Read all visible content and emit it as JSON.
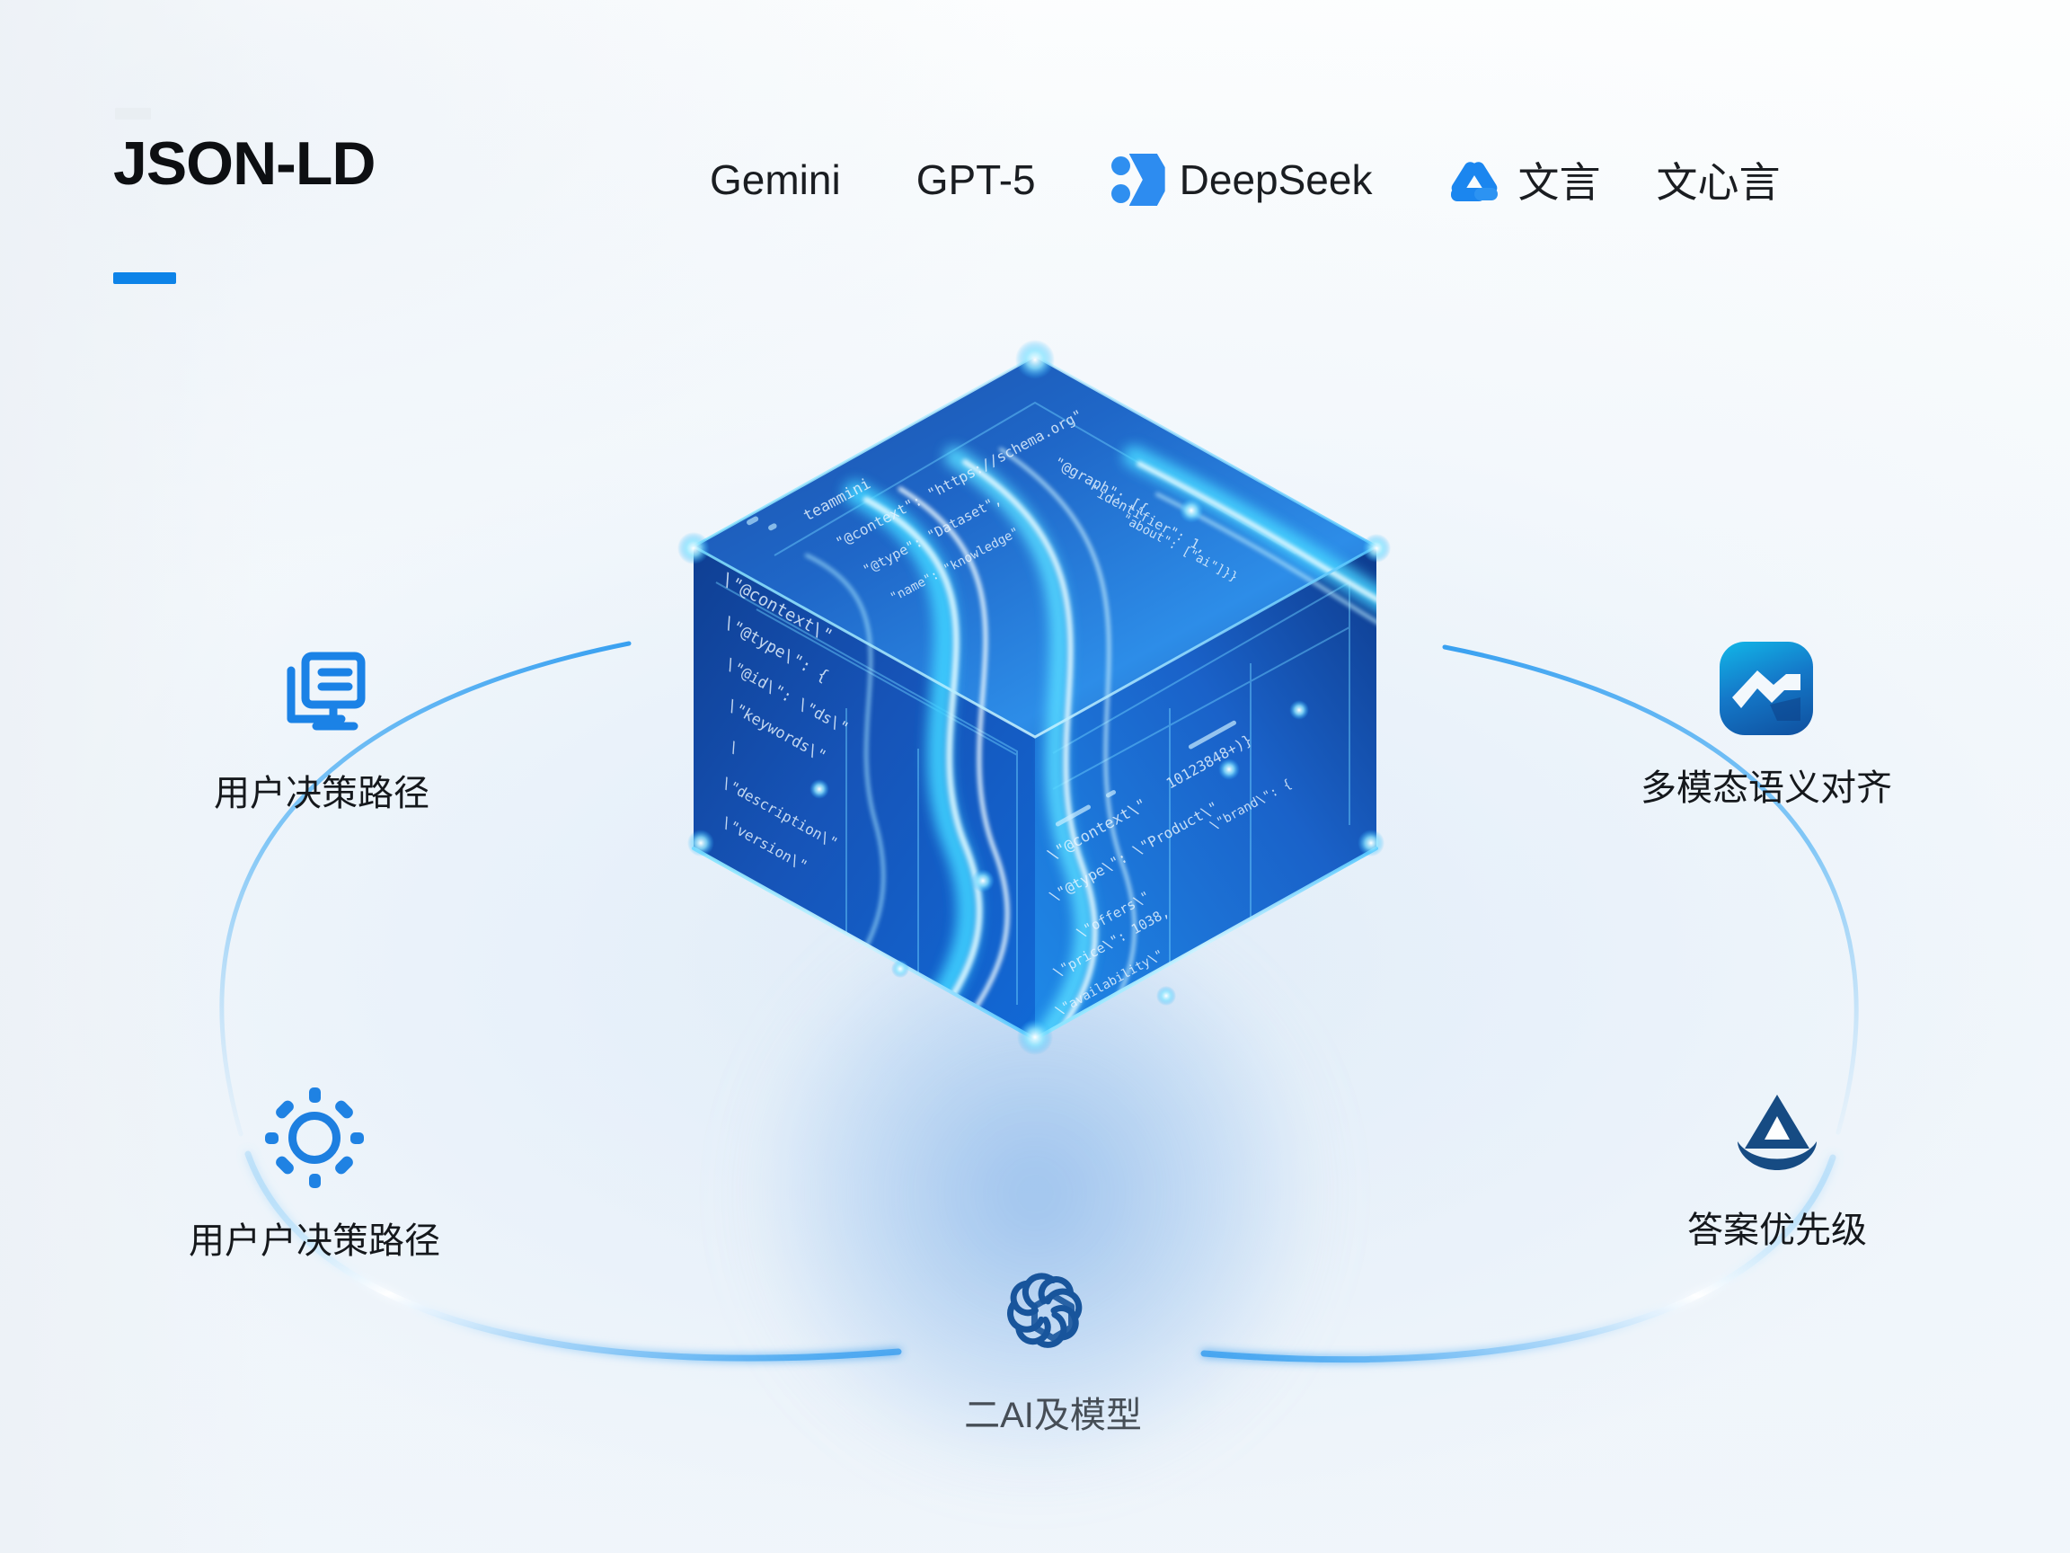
{
  "page": {
    "title": "JSON-LD",
    "accent_color": "#0d83e8",
    "background": "#ffffff"
  },
  "header": {
    "tag_bar": "",
    "models": [
      {
        "name": "Gemini",
        "icon": "none"
      },
      {
        "name": "GPT-5",
        "icon": "none"
      },
      {
        "name": "DeepSeek",
        "icon": "deepseek-icon"
      },
      {
        "name": "文言",
        "icon": "tongyi-icon"
      },
      {
        "name": "文心言",
        "icon": "none"
      }
    ]
  },
  "center": {
    "object": "glowing-data-cube",
    "code_lines_top": [
      "teammini",
      "\"@context\": \"https://...\"",
      "\"@type\": \"Dataset\"",
      "\"name\": \"...\"}}"
    ],
    "code_lines_left": [
      "\"@context\"",
      "\"@type\": \"...\"",
      "\"@id\": \"...\"",
      "\"keywords\"",
      "\"description\"",
      "\"version\""
    ],
    "code_lines_right": [
      "\"@context\": \"schema.org\"",
      "\"@type\": \"Product\"",
      "\"offers\": {",
      "\"price\": 1038,",
      "\"availability\": \"InStock\"",
      "\"brand\": {\"@type\": ...}",
      "}}"
    ]
  },
  "nodes": [
    {
      "id": "user-path",
      "label": "用户决策路径",
      "icon": "monitor-icon",
      "position": "left-top"
    },
    {
      "id": "user-path2",
      "label": "用户户决策路径",
      "icon": "sun-sparkle-icon",
      "position": "left-bottom"
    },
    {
      "id": "multimodal",
      "label": "多模态语义对齐",
      "icon": "baidu-logo-icon",
      "position": "right-top"
    },
    {
      "id": "answer",
      "label": "答案优先级",
      "icon": "bowl-triangle-icon",
      "position": "right-bottom"
    },
    {
      "id": "ai-models",
      "label": "二AI及模型",
      "icon": "openai-logo-icon",
      "position": "bottom-center"
    }
  ],
  "colors": {
    "accent_blue": "#0d83e8",
    "orbit_stroke": "#3ea8f0",
    "cube_glow": "#27b6ff",
    "cube_deep": "#0b3d91",
    "text_dark": "#15181c"
  }
}
